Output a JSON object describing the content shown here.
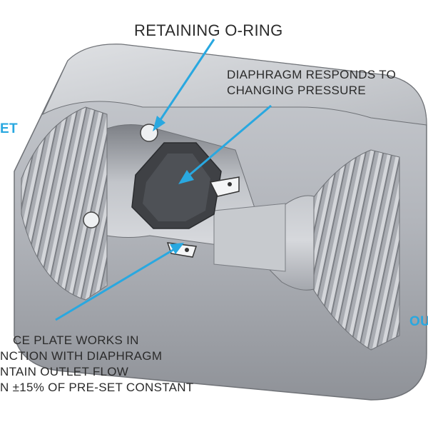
{
  "labels": {
    "retaining_oring": "RETAINING O-RING",
    "diaphragm": [
      "DIAPHRAGM RESPONDS TO",
      "CHANGING PRESSURE"
    ],
    "inlet_fragment": "ET",
    "outlet_fragment": "OU",
    "orifice_plate": [
      "CE PLATE WORKS IN",
      "NCTION WITH DIAPHRAGM",
      "NTAIN OUTLET FLOW",
      "N ±15% OF PRE-SET CONSTANT"
    ]
  },
  "colors": {
    "body_metal": "#b4b7bd",
    "cut_face": "#d3d5d9",
    "bore_shadow": "#8d9096",
    "cavity": "#3f4145",
    "arrow": "#29a8e0",
    "text": "#2b2b2b",
    "accent_text": "#29a8e0"
  }
}
